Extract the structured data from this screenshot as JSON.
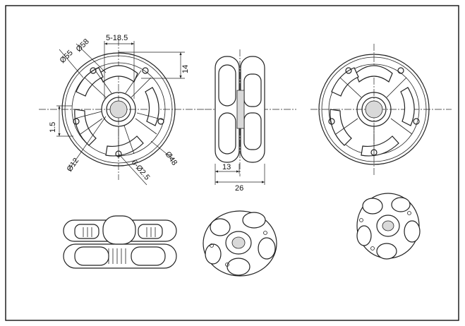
{
  "drawing": {
    "dimensions": {
      "d58": "Ø58",
      "d55": "Ø55",
      "offset": "5-18.5",
      "h14": "14",
      "v15": "1.5",
      "d12": "Ø12",
      "holes": "6-Ø2.5",
      "d48": "Ø48",
      "w13": "13",
      "w26": "26"
    }
  }
}
